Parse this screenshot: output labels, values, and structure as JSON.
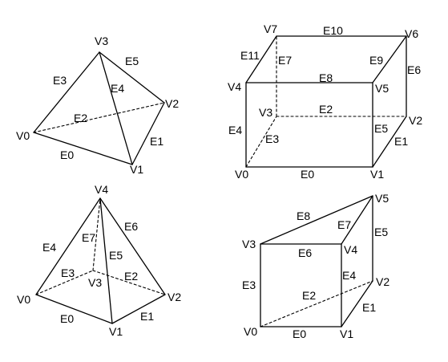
{
  "figures": [
    {
      "id": "tetrahedron",
      "vertices": [
        "V0",
        "V1",
        "V2",
        "V3"
      ],
      "edges": [
        "E0",
        "E1",
        "E2",
        "E3",
        "E4",
        "E5"
      ]
    },
    {
      "id": "box",
      "vertices": [
        "V0",
        "V1",
        "V2",
        "V3",
        "V4",
        "V5",
        "V6",
        "V7"
      ],
      "edges": [
        "E0",
        "E1",
        "E2",
        "E3",
        "E4",
        "E5",
        "E6",
        "E7",
        "E8",
        "E9",
        "E10",
        "E11"
      ]
    },
    {
      "id": "square-pyramid",
      "vertices": [
        "V0",
        "V1",
        "V2",
        "V3",
        "V4"
      ],
      "edges": [
        "E0",
        "E1",
        "E2",
        "E3",
        "E4",
        "E5",
        "E6",
        "E7"
      ]
    },
    {
      "id": "wedge",
      "vertices": [
        "V0",
        "V1",
        "V2",
        "V3",
        "V4",
        "V5"
      ],
      "edges": [
        "E0",
        "E1",
        "E2",
        "E3",
        "E4",
        "E5",
        "E6",
        "E7",
        "E8"
      ]
    }
  ]
}
